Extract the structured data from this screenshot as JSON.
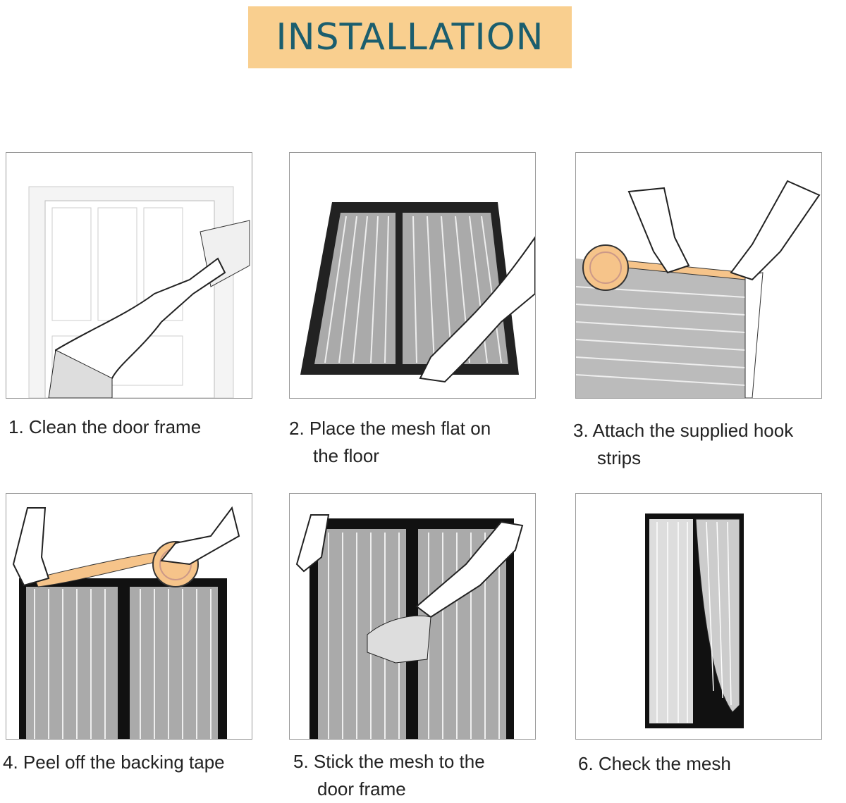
{
  "title": "INSTALLATION",
  "steps": [
    {
      "line1": "1. Clean the door frame",
      "line2": ""
    },
    {
      "line1": "2. Place the mesh flat on",
      "line2": "the floor"
    },
    {
      "line1": "3. Attach the supplied hook",
      "line2": "strips"
    },
    {
      "line1": "4. Peel off the backing tape",
      "line2": ""
    },
    {
      "line1": "5. Stick the mesh to the",
      "line2": "door frame"
    },
    {
      "line1": "6. Check the mesh",
      "line2": ""
    }
  ],
  "colors": {
    "title_bg": "#f9cf8f",
    "title_text": "#1b5e6e",
    "tape": "#f6c48a"
  }
}
